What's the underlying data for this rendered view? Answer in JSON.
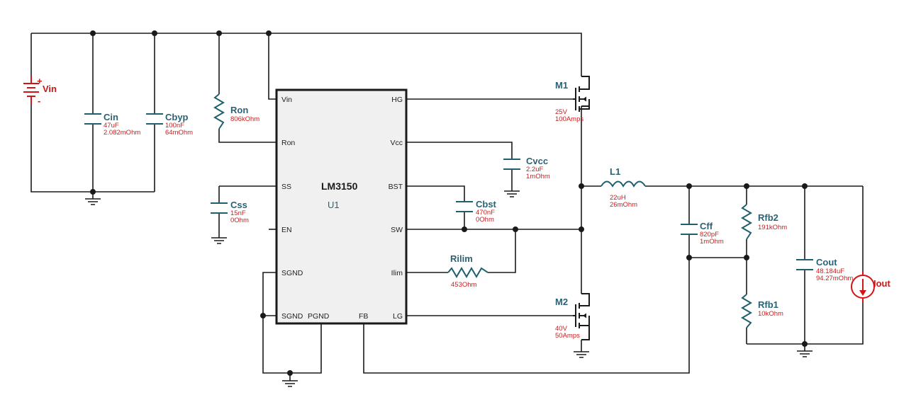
{
  "chip": {
    "name": "LM3150",
    "ref": "U1",
    "pins": {
      "vin": "Vin",
      "ron": "Ron",
      "ss": "SS",
      "en": "EN",
      "sgnd1": "SGND",
      "sgnd2": "SGND",
      "pgnd": "PGND",
      "fb": "FB",
      "lg": "LG",
      "ilim": "Ilim",
      "sw": "SW",
      "bst": "BST",
      "vcc": "Vcc",
      "hg": "HG"
    }
  },
  "components": {
    "vin": {
      "ref": "Vin",
      "plus": "+",
      "minus": "-"
    },
    "cin": {
      "ref": "Cin",
      "v1": "47uF",
      "v2": "2.082mOhm"
    },
    "cbyp": {
      "ref": "Cbyp",
      "v1": "100nF",
      "v2": "64mOhm"
    },
    "ron": {
      "ref": "Ron",
      "v1": "806kOhm"
    },
    "css": {
      "ref": "Css",
      "v1": "15nF",
      "v2": "0Ohm"
    },
    "cvcc": {
      "ref": "Cvcc",
      "v1": "2.2uF",
      "v2": "1mOhm"
    },
    "cbst": {
      "ref": "Cbst",
      "v1": "470nF",
      "v2": "0Ohm"
    },
    "rilim": {
      "ref": "Rilim",
      "v1": "453Ohm"
    },
    "m1": {
      "ref": "M1",
      "v1": "25V",
      "v2": "100Amps"
    },
    "m2": {
      "ref": "M2",
      "v1": "40V",
      "v2": "50Amps"
    },
    "l1": {
      "ref": "L1",
      "v1": "22uH",
      "v2": "26mOhm"
    },
    "cff": {
      "ref": "Cff",
      "v1": "820pF",
      "v2": "1mOhm"
    },
    "rfb2": {
      "ref": "Rfb2",
      "v1": "191kOhm"
    },
    "rfb1": {
      "ref": "Rfb1",
      "v1": "10kOhm"
    },
    "cout": {
      "ref": "Cout",
      "v1": "48.184uF",
      "v2": "94.27mOhm"
    },
    "iout": {
      "ref": "Iout"
    }
  },
  "colors": {
    "wire": "#1a1a1a",
    "component": "#1f5f6e",
    "label": "#2a6274",
    "value": "#c81e1e",
    "source": "#d21414",
    "chip_fill": "#f0f0f0"
  }
}
